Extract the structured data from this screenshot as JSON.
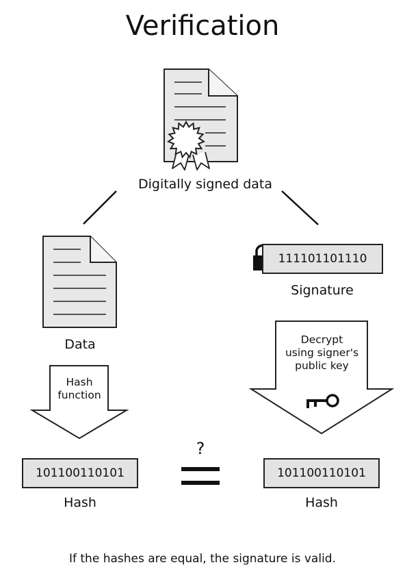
{
  "title": "Verification",
  "signed_data_label": "Digitally signed data",
  "data_label": "Data",
  "signature_label": "Signature",
  "signature_bits": "111101101110",
  "hash_function_label": [
    "Hash",
    "function"
  ],
  "decrypt_label": [
    "Decrypt",
    "using signer's",
    "public key"
  ],
  "hash_left": {
    "bits": "101100110101",
    "label": "Hash"
  },
  "hash_right": {
    "bits": "101100110101",
    "label": "Hash"
  },
  "question_mark": "?",
  "footer": "If the hashes are equal, the signature is valid."
}
